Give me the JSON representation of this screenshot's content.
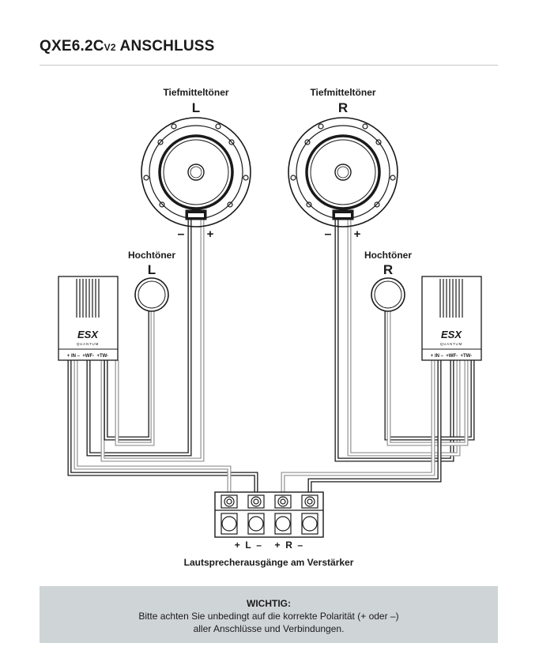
{
  "header": {
    "title_main": "QXE6.2C",
    "title_version": "V2",
    "title_rest": " ANSCHLUSS"
  },
  "woofers": [
    {
      "label": "Tiefmitteltöner",
      "channel": "L",
      "minus": "–",
      "plus": "+"
    },
    {
      "label": "Tiefmitteltöner",
      "channel": "R",
      "minus": "–",
      "plus": "+"
    }
  ],
  "tweeters": [
    {
      "label": "Hochtöner",
      "channel": "L"
    },
    {
      "label": "Hochtöner",
      "channel": "R"
    }
  ],
  "crossovers": [
    {
      "brand": "ESX",
      "sub": "QUANTUM",
      "terminals": "+ IN –  +WF-  +TW-"
    },
    {
      "brand": "ESX",
      "sub": "QUANTUM",
      "terminals": "+ IN –  +WF-  +TW-"
    }
  ],
  "amplifier": {
    "terminal_labels": "+  L  –     +  R  –",
    "caption": "Lautsprecherausgänge am Verstärker"
  },
  "notice": {
    "heading": "WICHTIG:",
    "line1": "Bitte achten Sie unbedingt auf die korrekte Polarität (+ oder –)",
    "line2": "aller Anschlüsse und Verbindungen."
  },
  "colors": {
    "wire_black": "#1a1a1a",
    "wire_gray": "#9a9a9a",
    "notice_bg": "#cfd4d6"
  }
}
